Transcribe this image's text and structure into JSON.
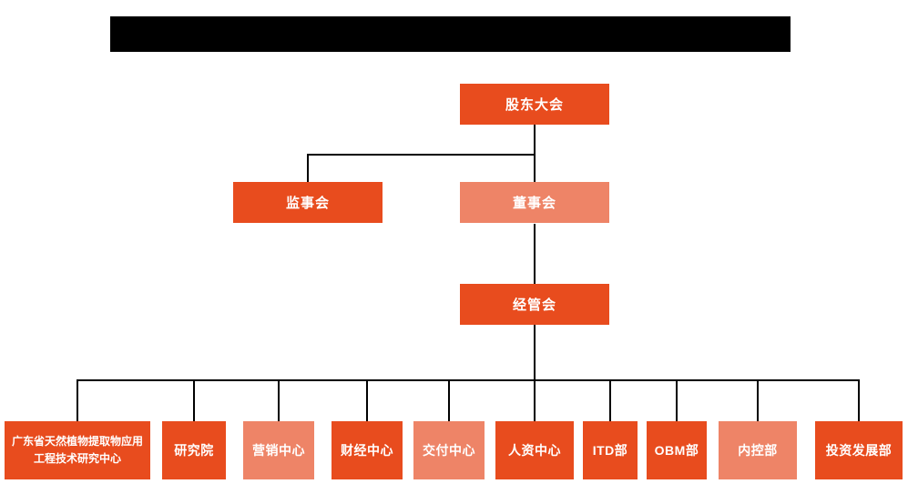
{
  "header": {
    "redacted_title_bar": true
  },
  "org": {
    "shareholders": {
      "label": "股东大会"
    },
    "supervisory": {
      "label": "监事会"
    },
    "board": {
      "label": "董事会"
    },
    "management": {
      "label": "经管会"
    }
  },
  "departments": [
    {
      "label": "广东省天然植物提取物应用工程技术研究中心",
      "style": "primary"
    },
    {
      "label": "研究院",
      "style": "primary"
    },
    {
      "label": "营销中心",
      "style": "light"
    },
    {
      "label": "财经中心",
      "style": "primary"
    },
    {
      "label": "交付中心",
      "style": "light"
    },
    {
      "label": "人资中心",
      "style": "primary"
    },
    {
      "label": "ITD部",
      "style": "primary"
    },
    {
      "label": "OBM部",
      "style": "primary"
    },
    {
      "label": "内控部",
      "style": "light"
    },
    {
      "label": "投资发展部",
      "style": "primary"
    }
  ],
  "colors": {
    "primary": "#E84C1E",
    "light": "#EE8467",
    "line": "#000000",
    "redacted_bar": "#000000",
    "text": "#FFFFFF",
    "background": "#FFFFFF"
  }
}
